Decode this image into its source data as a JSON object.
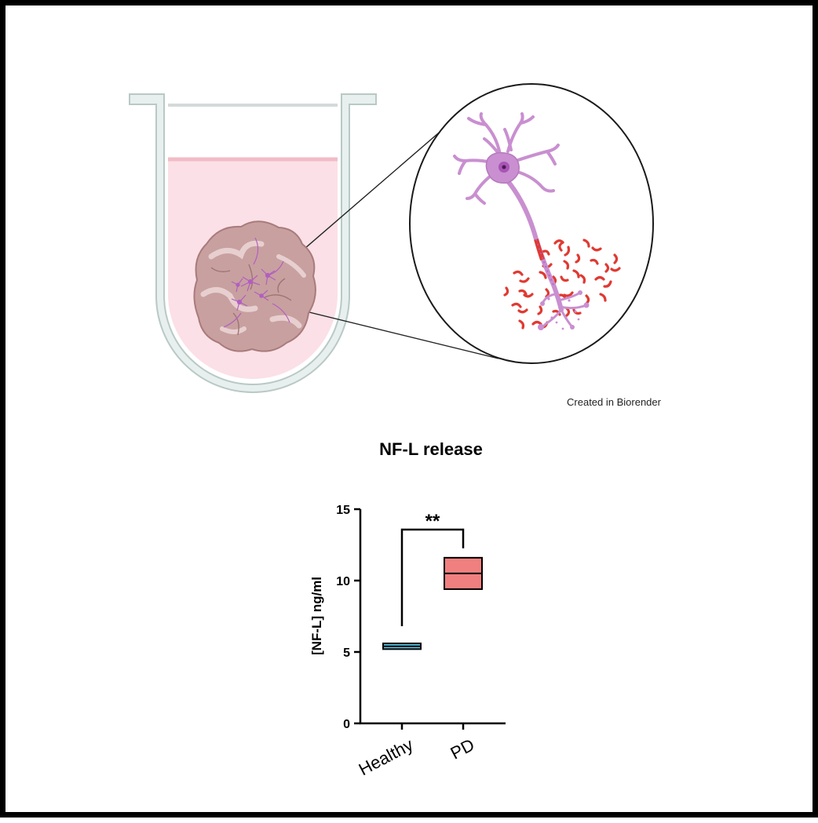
{
  "illustration": {
    "credit": "Created in Biorender",
    "colors": {
      "tube": "#e7f0ef",
      "medium": "#fbe0e7",
      "organoid": "#c8a0a0",
      "neuron": "#c98fd0",
      "nfl_particles": "#e03a32"
    },
    "icons": [
      "culture-tube-icon",
      "brain-organoid-icon",
      "neuron-icon",
      "magnifier-circle-icon"
    ]
  },
  "chart_data": {
    "type": "box",
    "title": "NF-L release",
    "ylabel": "[NF-L] ng/ml",
    "xlabel": "",
    "ylim": [
      0,
      15
    ],
    "yticks": [
      0,
      5,
      10,
      15
    ],
    "categories": [
      "Healthy",
      "PD"
    ],
    "boxes": [
      {
        "category": "Healthy",
        "q1": 5.2,
        "median": 5.4,
        "q3": 5.6,
        "fill": "#5cc8e8"
      },
      {
        "category": "PD",
        "q1": 9.4,
        "median": 10.5,
        "q3": 11.6,
        "fill": "#f08080"
      }
    ],
    "significance": {
      "label": "**",
      "between": [
        "Healthy",
        "PD"
      ]
    },
    "grid": false,
    "legend": "none"
  }
}
